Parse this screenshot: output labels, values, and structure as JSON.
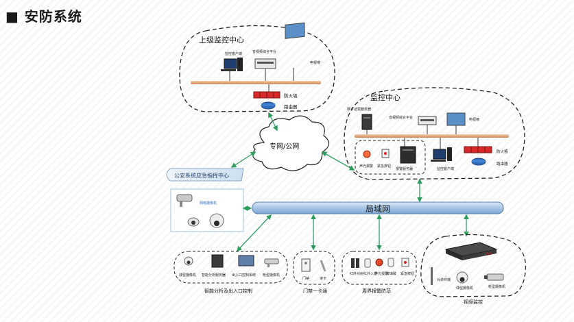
{
  "page": {
    "title": "■ 安防系统"
  },
  "upper_center": {
    "label": "上级监控中心",
    "client": "监控客户端",
    "platform": "音视频综合平台",
    "wall": "电视墙",
    "firewall": "防火墙",
    "router": "路由器"
  },
  "monitor_center": {
    "label": "监控中心",
    "storage": "数字证更服务器",
    "platform": "音视频综合平台",
    "wall": "电视墙",
    "sound_alarm": "声光报警",
    "emergency_button": "紧急按钮",
    "alarm_server": "报警服务器",
    "client": "监控客户端",
    "firewall": "防火墙",
    "router": "路由器"
  },
  "cloud": {
    "label": "专网/公网"
  },
  "police": {
    "label": "公安系统应急指挥中心"
  },
  "lan": {
    "label": "局域网"
  },
  "cameras_box": {
    "label": "网络摄像机"
  },
  "intelligent": {
    "items": [
      "球型摄像机",
      "智能分析服务器",
      "出入口控制系统",
      "枪型摄像机"
    ],
    "caption": "智能分析及出入口控制"
  },
  "access": {
    "items": [
      "门禁",
      "读卡"
    ],
    "caption": "门禁一卡通"
  },
  "alarm": {
    "items": [
      "红外对射",
      "红外入侵",
      "声光报警",
      "玻璃破",
      "紧急按钮"
    ],
    "caption": "周界报警防范"
  },
  "video": {
    "dvs": "DVS",
    "items": [
      "对讲终端",
      "球型摄像机",
      "枪型摄像机"
    ],
    "caption": "视频监控"
  },
  "colors": {
    "link": "#2e9e5e",
    "lan_fill": "#a8c6e6",
    "bar": "#e2a074",
    "firewall": "#d82a2a"
  }
}
